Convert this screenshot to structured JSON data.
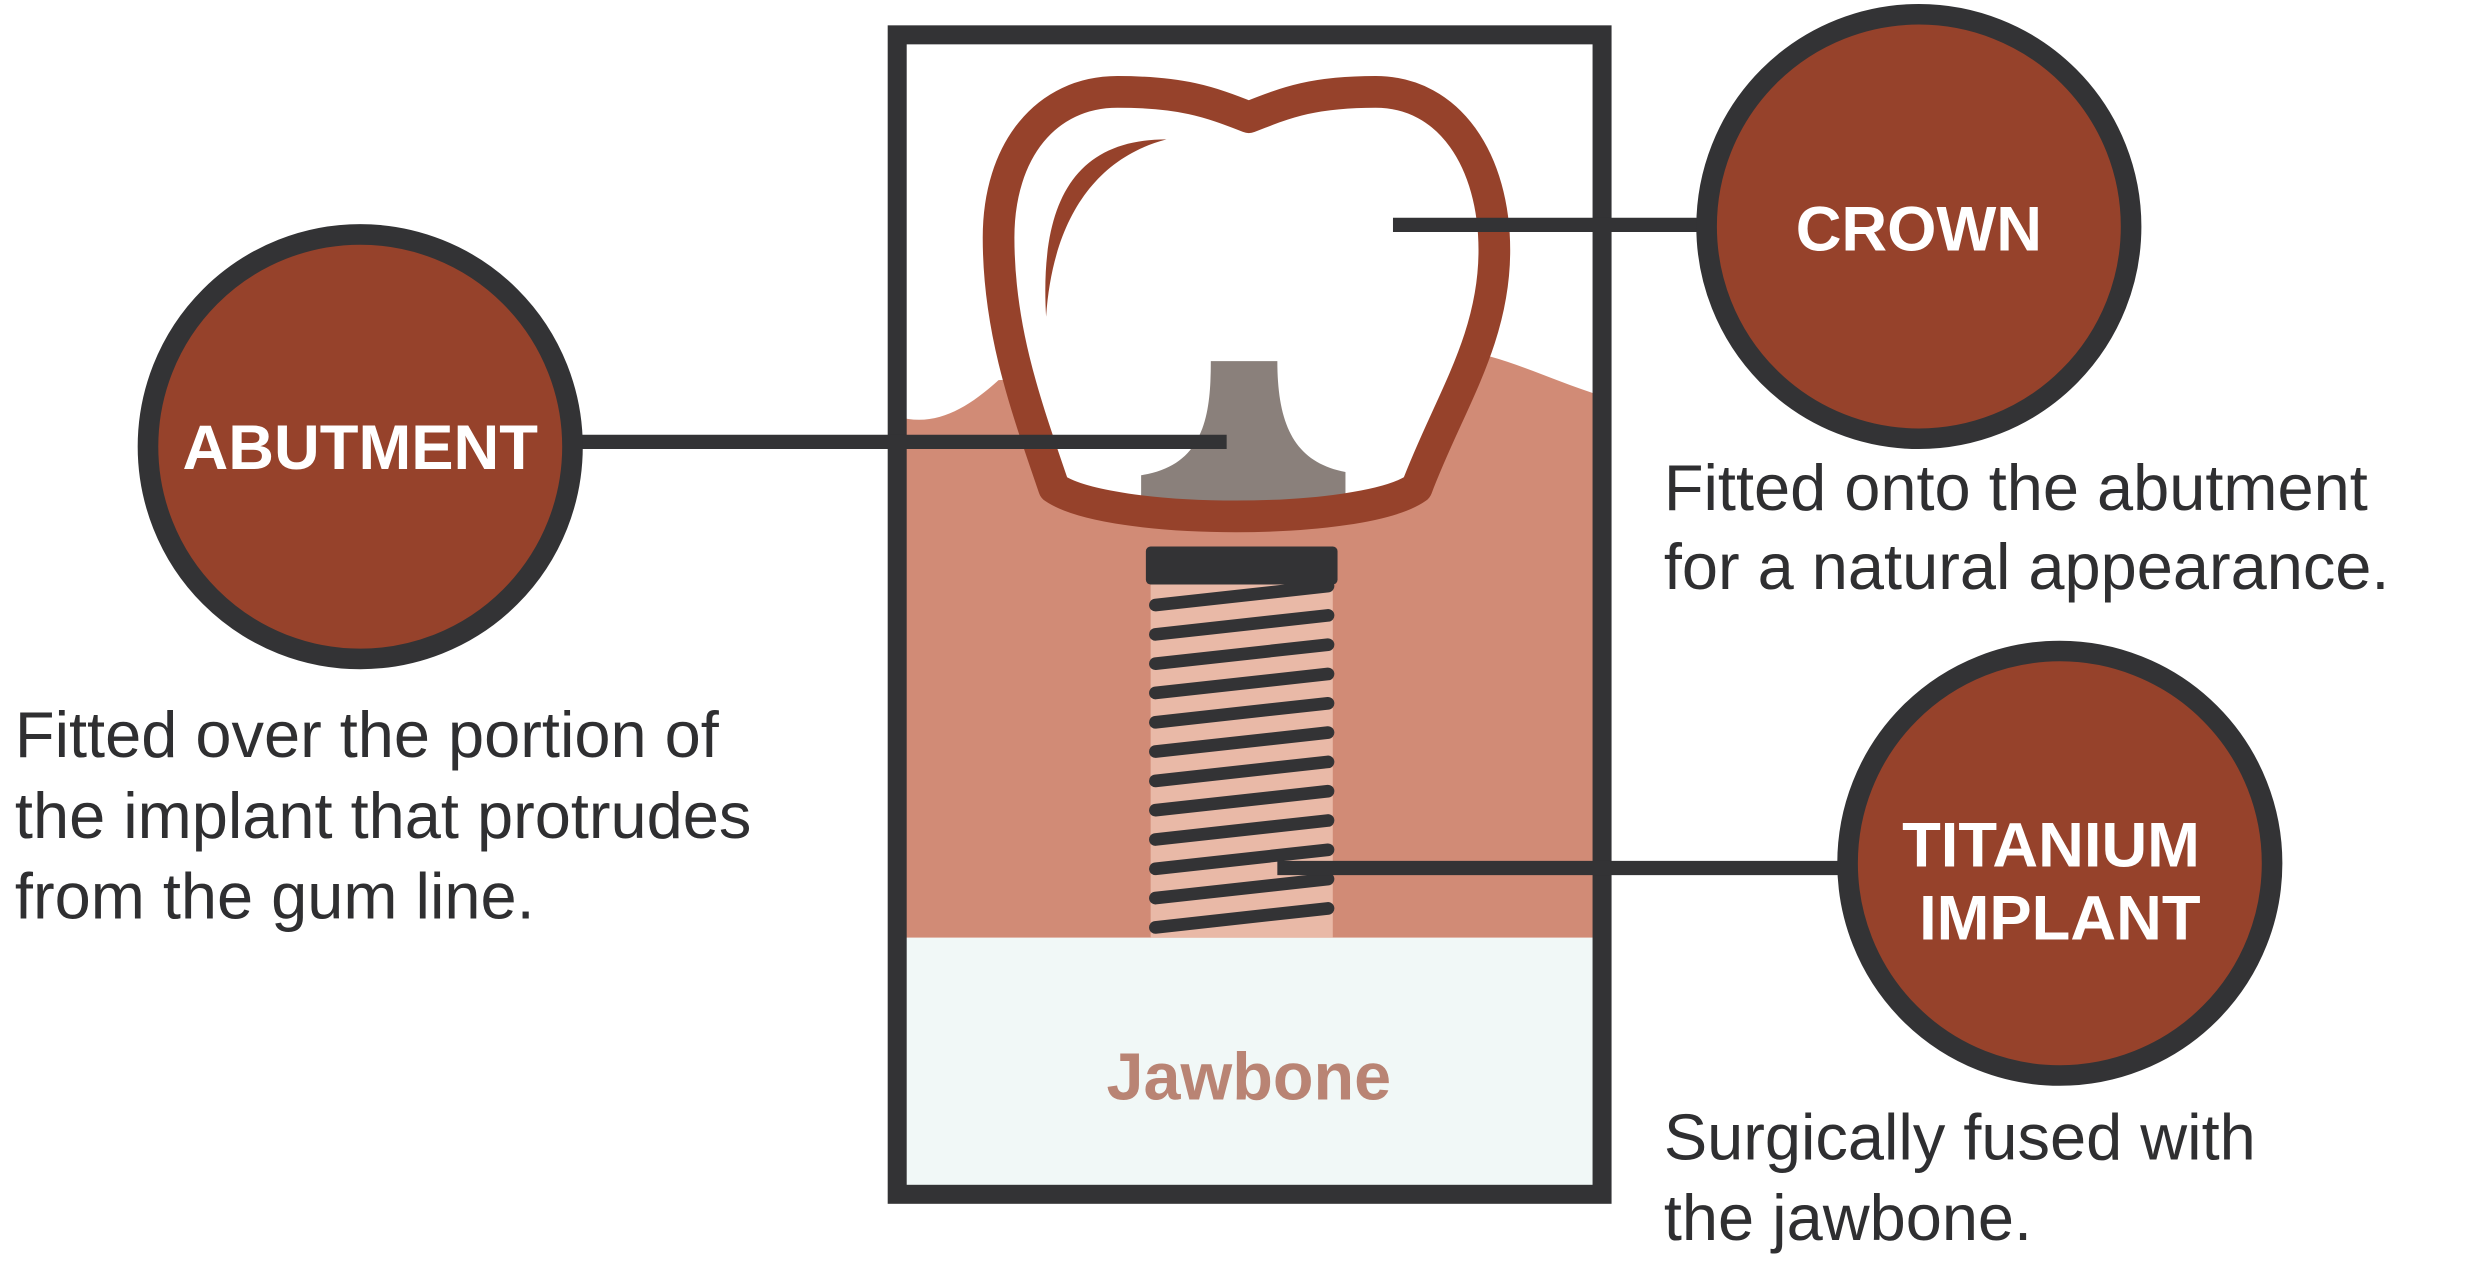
{
  "colors": {
    "outline": "#333335",
    "circle_fill": "#96422b",
    "gum": "#d18b76",
    "jawbone": "#f1f8f7",
    "abutment": "#8a807b",
    "threads_bg": "#e9b9a7",
    "jaw_label": "#b98474",
    "text": "#2f2f31"
  },
  "jawbone_label": "Jawbone",
  "labels": {
    "crown": {
      "title": [
        "CROWN"
      ],
      "description": [
        "Fitted onto the abutment",
        "for a natural appearance."
      ]
    },
    "abutment": {
      "title": [
        "ABUTMENT"
      ],
      "description": [
        "Fitted over the portion of",
        "the implant that protrudes",
        "from the gum line."
      ]
    },
    "implant": {
      "title": [
        "TITANIUM",
        "IMPLANT"
      ],
      "description": [
        "Surgically fused with",
        "the jawbone."
      ]
    }
  }
}
